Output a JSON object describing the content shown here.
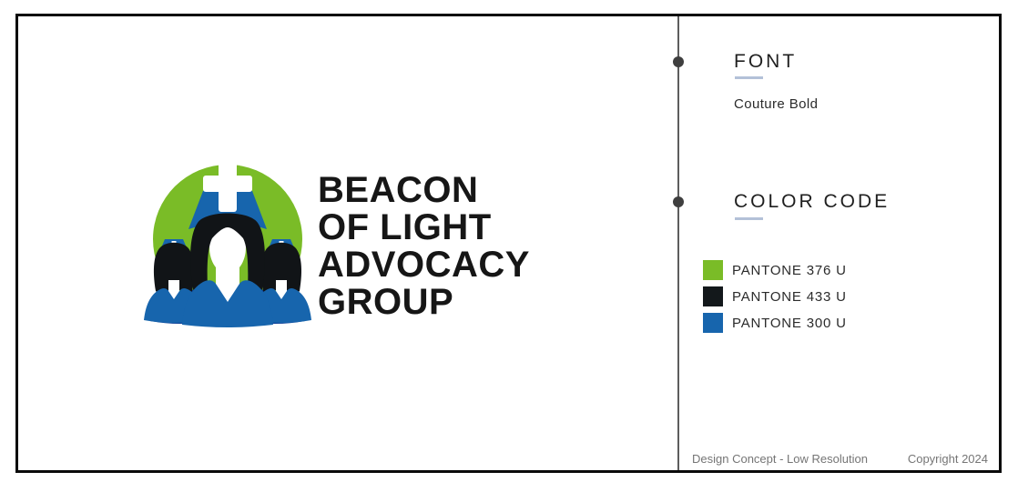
{
  "sheet": {
    "logo": {
      "wordmark_lines": [
        "BEACON",
        "OF LIGHT",
        "ADVOCACY",
        "GROUP"
      ],
      "mark": "three-nurses-with-cross-caps-in-green-circle"
    },
    "font_section": {
      "heading": "FONT",
      "value": "Couture Bold"
    },
    "color_section": {
      "heading": "COLOR CODE",
      "swatches": [
        {
          "label": "PANTONE 376 U",
          "hex": "#7abc27"
        },
        {
          "label": "PANTONE 433 U",
          "hex": "#13181b"
        },
        {
          "label": "PANTONE 300 U",
          "hex": "#1765ad"
        }
      ]
    },
    "footer": {
      "left_note": "Design Concept - Low Resolution",
      "right_note": "Copyright 2024"
    },
    "brand_colors": {
      "green": "#7abc27",
      "black": "#111417",
      "blue": "#1765ad",
      "dark_blue": "#0b3f97",
      "white": "#ffffff",
      "accent_underline": "#b3c1d8"
    }
  }
}
